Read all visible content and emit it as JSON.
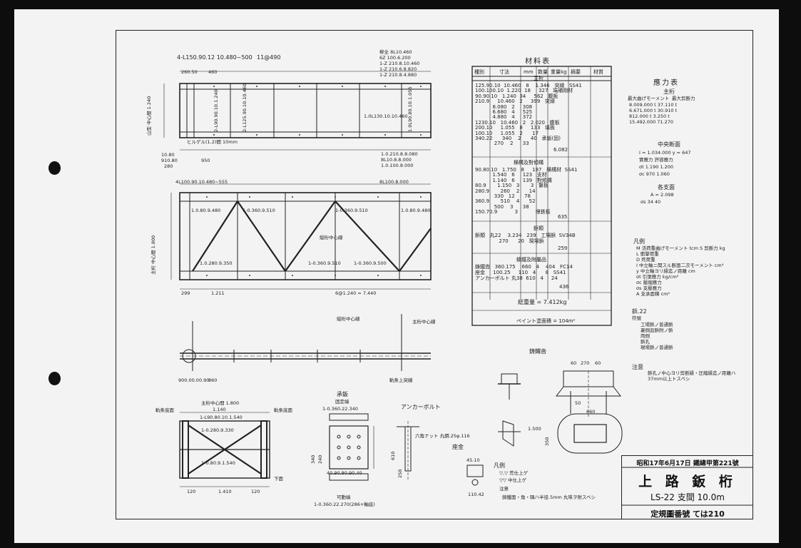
{
  "drawing": {
    "elevation_top": {
      "notes_top": [
        "4-L150.90.12 10.480~500",
        "11@490"
      ],
      "notes_right": [
        "柳全 8L10.460",
        "6Z 100.6.200",
        "1-Z 210.8.10.460",
        "1-Z 210.6.8.820",
        "1-Z 210.8.4.880"
      ],
      "dims": [
        "260.50",
        "460",
        "950",
        "10.80",
        "910.80",
        "280"
      ],
      "left_label": "山型 中心間 1.240",
      "members": [
        "2-L125.90.10.10.460",
        "2-L90.90.10.1.240",
        "1.0L130.10.10.460",
        "1.0L90.80.10.1.055"
      ],
      "rivet_note": "ヒルゲル(1.2)間 10mm",
      "plate_notes": [
        "1.0.210.8.8.080",
        "8L10.8.8.000",
        "1.0.100.8.000"
      ]
    },
    "elevation_mid": {
      "note_top": "4L100.90.10.480~555",
      "note_top_right": "8L100.8.000",
      "left_label": "主桁 中心間 1.800",
      "members": [
        "1.0.80.9.480",
        "1-0.360.9.510",
        "1-0.360.9.510",
        "1.0.80.9.480",
        "1.0.280.9.350",
        "1-0.360.9.510",
        "1-0.360.9.500"
      ],
      "center_label": "縦桁中心線",
      "dims": [
        "299",
        "1.211",
        "6@1.240 = 7.440"
      ]
    },
    "plan": {
      "center_label": "縦桁中心線",
      "right_label": "主桁中心線",
      "dims": [
        "900.00.00.90",
        "860"
      ],
      "rail_label": "軌条上突線"
    },
    "section": {
      "top_label": "主桁中心間 1.800",
      "sub_label": "1.140",
      "left_label": "軌条底面",
      "right_label": "軌条底面",
      "members": [
        "1-L90.80.10.1.540",
        "1-0.280.9.330",
        "1-0.80.9.1.540"
      ],
      "bottom_label": "下面",
      "dims": [
        "120",
        "1.410",
        "120"
      ]
    },
    "shoe": {
      "title": "承鈑",
      "fixed_label": "固定端",
      "fixed_note": "1-0.360.22.340",
      "movable_label": "可動端",
      "movable_note": "1-0.360.22.270(286+軸底)",
      "dims": [
        "340",
        "240",
        "40.90.80.90.40"
      ]
    },
    "anchor": {
      "title": "アンカーボルト",
      "note": "六角ナット 丸鋼.25φ.116",
      "seat_label": "座金",
      "dims": [
        "610",
        "250",
        "45.10",
        "110.42"
      ]
    },
    "casting": {
      "title": "鋳鐵沓",
      "dims": [
        "60",
        "270",
        "60",
        "50",
        "660",
        "1.500",
        "350"
      ]
    },
    "legend_holes": {
      "title": "凡例",
      "items": [
        "▽,▽ 荒仕上ゲ",
        "▽▽ 中仕上ゲ"
      ],
      "note_title": "注意",
      "note": "鋳鐵面・角・隅ハ半径.5mm 丸味ヲ附スベシ"
    },
    "material_table": {
      "title": "材料表",
      "headers": [
        "種別",
        "寸法",
        "mm",
        "数量",
        "重量kg",
        "摘要",
        "材質"
      ],
      "section_main": "主桁",
      "rows_main": [
        "125.90.10  10.460   8    1.346   突縁   SS41",
        "100.100.10  1.220  18     327   端補剛材",
        "90.90.10   1.240  34     562   腹板",
        "210.9     10.460   2     399   突縁",
        "           8.080   2     308",
        "           6.680   4     525",
        "           4.880   4     372",
        "1230.10   10.460   2   2.020   腹板",
        "200.10     1.055   8     133   填板",
        "100.10     1.055   2      17",
        "340.22      340    2      40   承鈑(固)",
        "            270    2      33"
      ],
      "subtotal_main": "6.082",
      "section_lateral": "横構及對傾構",
      "rows_lateral": [
        "90.80.10   1.750   8     187   横構材  SS41",
        "           1.540   6     123   支材",
        "           1.140   6     139   對傾構",
        "80.9       1.150   3       3   繋板",
        "280.9       260    2      14",
        "            330   12      78",
        "360.9       510    4      52",
        "            500    3      38",
        "150.70.9           3           埋鉄板"
      ],
      "subtotal_lateral": "635",
      "section_rivet": "鋲類",
      "rows_rivet": [
        "鋲類   丸22    3.234   239   工場鋲  SV34B",
        "               270      20   現場鋲"
      ],
      "subtotal_rivet": "259",
      "section_casting": "鑄鐵及附屬品",
      "rows_casting": [
        "鋳鐵沓   360.175    660   4    404   FC14",
        "座金     100.25     110   4      8   SS41",
        "アンカーボルト 丸38  610   4     24"
      ],
      "subtotal_casting": "436",
      "total": "総重量 = 7.412kg",
      "paint": "ペイント塗面積 = 104m²"
    },
    "stress_table": {
      "title": "應力表",
      "subtitle": "主桁",
      "headers": [
        "最大曲げモーメント",
        "最大剪断力"
      ],
      "rows": [
        "8.009.000 t   37.110 t",
        "6.671.000 t   30.910 t",
        "812.000 t    3.250 t",
        "15.492.000    71.270"
      ],
      "center_title": "中央断面",
      "center_rows": [
        "I = 1.034.000   y = 647",
        "實應力    許容應力",
        "σt  1.190    1.200",
        "σc  970    1.060"
      ],
      "support_title": "各支面",
      "support_rows": [
        "A = 2.098",
        "σs  34    40"
      ]
    },
    "legend_symbols": {
      "title": "凡例",
      "items": [
        "M 活荷重曲げモーメント tcm  S 剪断力 kg",
        "L 衝撃荷重",
        "D 死荷重",
        "I 中立軸ニ関スル断面二次モーメント cm⁴",
        "y 中立軸ヨリ縁迄ノ距離 cm",
        "σt 引張應力 kg/cm²",
        "σc 壓縮應力",
        "σs 支壓應力",
        "A 支承面積 cm²"
      ]
    },
    "rivet_legend": {
      "title": "鋲.22",
      "sub": "符號",
      "items": [
        "工場鋲ノ普通鋲",
        "裏側皿鋲附ノ鋲",
        "両側",
        "鋲孔",
        "現場鋲ノ普通鋲"
      ]
    },
    "note": {
      "title": "注意",
      "text": "鋲孔ノ中心ヨリ剪断縁・圧縮縁迄ノ距離ハ 37mm以上トスベシ"
    },
    "title_block": {
      "approval": "昭和17年6月17日 鐵總甲第221號",
      "title": "上 路 鈑 桁",
      "spec": "LS-22  支間 10.0m",
      "number": "定規圖番號  ては210"
    }
  }
}
